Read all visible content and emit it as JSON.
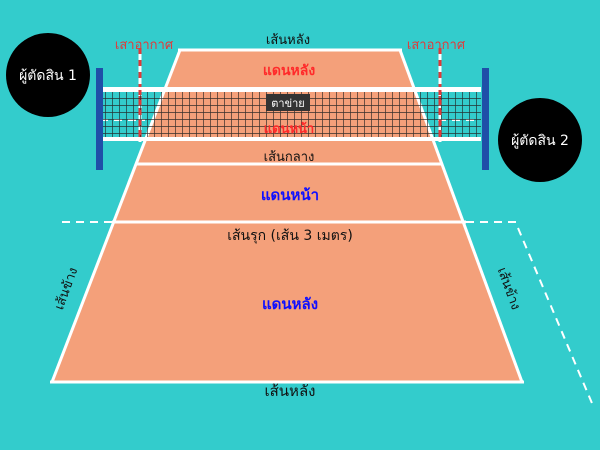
{
  "colors": {
    "background": "#33cccc",
    "court": "#f4a07a",
    "line": "#ffffff",
    "net_mesh": "#222222",
    "post": "#1f4fa8",
    "antenna_red": "#e03a3a",
    "label_red": "#ff2a2a",
    "label_blue": "#1010ff",
    "label_black": "#111111",
    "referee_circle": "#000000",
    "referee_text": "#ffffff"
  },
  "labels": {
    "back_line_far": "เส้นหลัง",
    "antenna_left": "เสาอากาศ",
    "antenna_right": "เสาอากาศ",
    "back_zone_far": "แดนหลัง",
    "net_mesh": "ตาข่าย",
    "front_zone_far": "แดนหน้า",
    "center_line": "เส้นกลาง",
    "front_zone_near": "แดนหน้า",
    "attack_line": "เส้นรุก (เส้น 3 เมตร)",
    "side_line_left": "เส้นข้าง",
    "side_line_right": "เส้นข้าง",
    "back_zone_near": "แดนหลัง",
    "back_line_near": "เส้นหลัง"
  },
  "referees": {
    "ref1": "ผู้ตัดสิน 1",
    "ref2": "ผู้ตัดสิน 2"
  }
}
